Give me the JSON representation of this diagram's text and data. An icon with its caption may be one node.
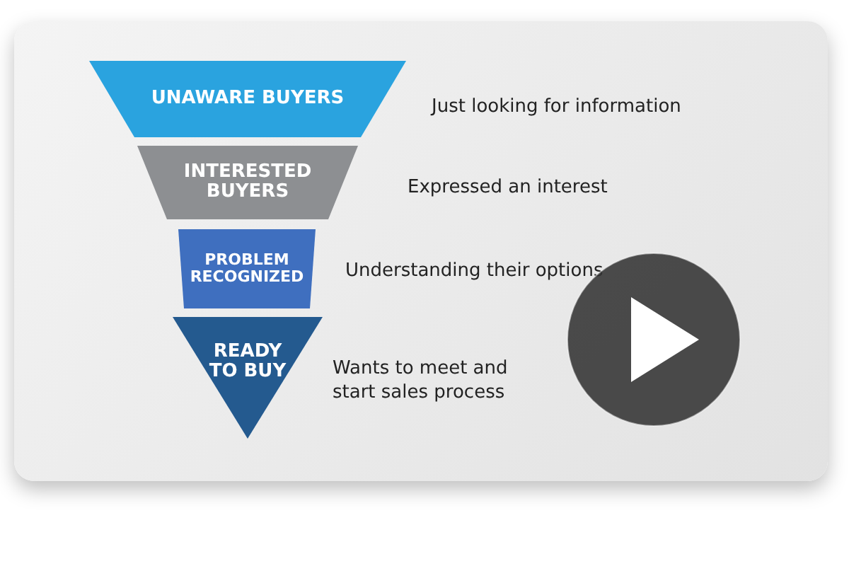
{
  "diagram": {
    "nodes": [
      {
        "text": [
          "UNAWARE BUYERS"
        ],
        "beside": [
          "Just looking for information"
        ]
      },
      {
        "text": [
          "INTERESTED BUYERS"
        ],
        "beside": [
          "Expressed an interest"
        ]
      },
      {
        "text": [
          "PROBLEM RECOGNIZED"
        ],
        "beside": [
          "Understanding their options"
        ]
      },
      {
        "text": [
          "READY TO BUY"
        ],
        "beside": [
          "Wants to meet and start sales process"
        ]
      }
    ]
  }
}
